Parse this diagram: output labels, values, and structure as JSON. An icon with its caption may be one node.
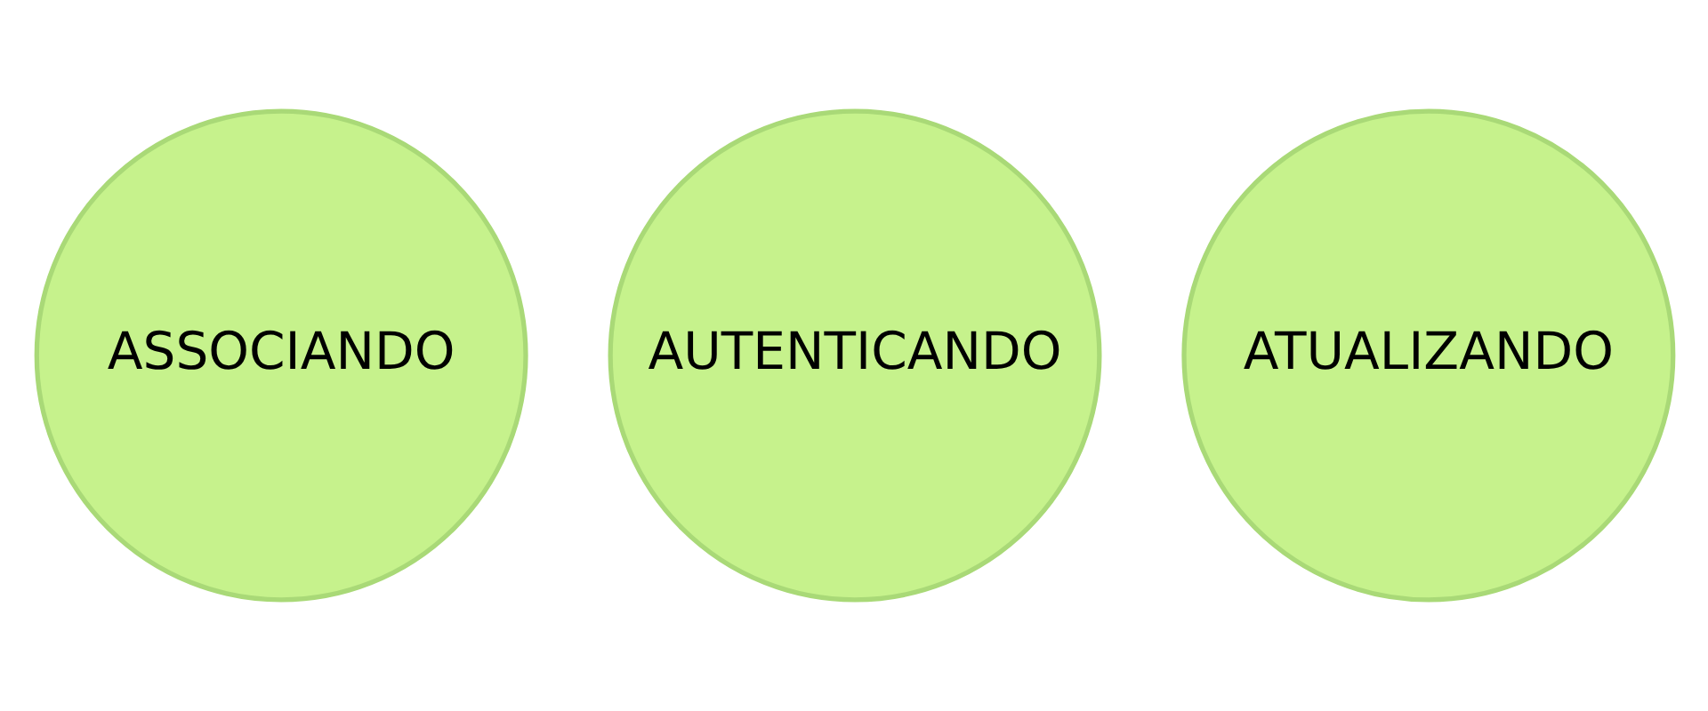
{
  "diagram": {
    "nodes": [
      {
        "text": [
          "ASSOCIANDO"
        ]
      },
      {
        "text": [
          "AUTENTICANDO"
        ]
      },
      {
        "text": [
          "ATUALIZANDO"
        ]
      }
    ]
  }
}
